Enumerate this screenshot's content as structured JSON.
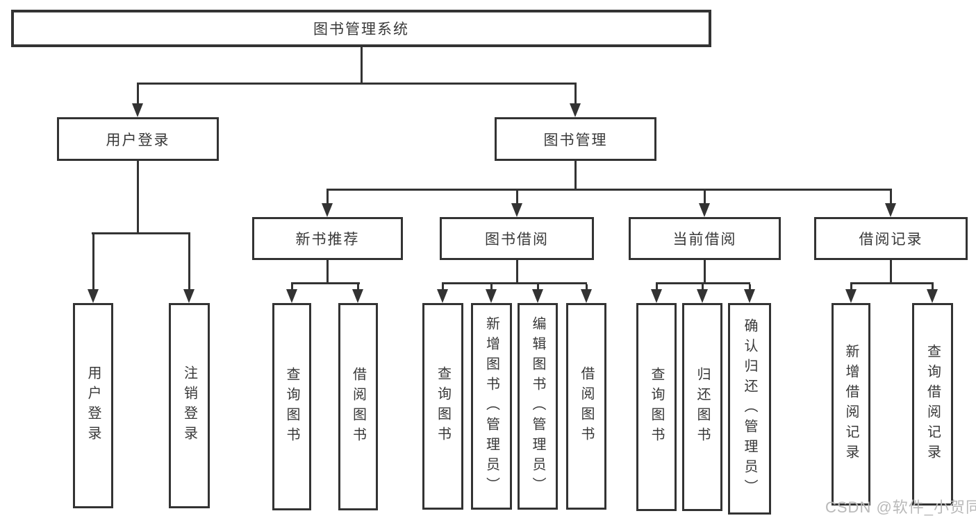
{
  "watermark": {
    "text": "CSDN @软件_小贺同学"
  },
  "colors": {
    "line": "#333333",
    "box_background": "#ffffff",
    "text": "#383838",
    "watermark": "#b9b9b9"
  },
  "diagram": {
    "root": {
      "label": "图书管理系统"
    },
    "branches": [
      {
        "label": "用户登录",
        "children": [
          {
            "label": "用户登录"
          },
          {
            "label": "注销登录"
          }
        ]
      },
      {
        "label": "图书管理",
        "children": [
          {
            "label": "新书推荐",
            "children": [
              {
                "label": "查询图书"
              },
              {
                "label": "借阅图书"
              }
            ]
          },
          {
            "label": "图书借阅",
            "children": [
              {
                "label": "查询图书"
              },
              {
                "label": "新增图书（管理员）"
              },
              {
                "label": "编辑图书（管理员）"
              },
              {
                "label": "借阅图书"
              }
            ]
          },
          {
            "label": "当前借阅",
            "children": [
              {
                "label": "查询图书"
              },
              {
                "label": "归还图书"
              },
              {
                "label": "确认归还（管理员）"
              }
            ]
          },
          {
            "label": "借阅记录",
            "children": [
              {
                "label": "新增借阅记录"
              },
              {
                "label": "查询借阅记录"
              }
            ]
          }
        ]
      }
    ]
  }
}
